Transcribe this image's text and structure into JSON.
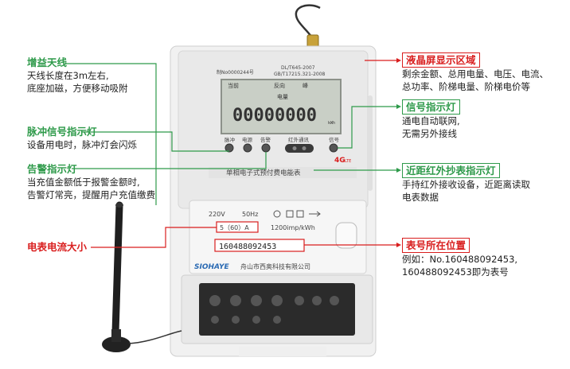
{
  "callouts": {
    "antenna": {
      "title": "增益天线",
      "lines": [
        "天线长度在3m左右,",
        "底座加磁，方便移动吸附"
      ]
    },
    "pulse": {
      "title": "脉冲信号指示灯",
      "lines": [
        "设备用电时，脉冲灯会闪烁"
      ]
    },
    "alarm": {
      "title": "告警指示灯",
      "lines": [
        "当充值金额低于报警金额时,",
        "告警灯常亮，提醒用户充值缴费"
      ]
    },
    "current": {
      "title": "电表电流大小"
    },
    "lcd": {
      "title": "液晶屏显示区域",
      "lines": [
        "剩余金额、总用电量、电压、电流、",
        "总功率、阶梯电量、阶梯电价等"
      ]
    },
    "signal": {
      "title": "信号指示灯",
      "lines": [
        "通电自动联网,",
        "无需另外接线"
      ]
    },
    "infrared": {
      "title": "近距红外抄表指示灯",
      "lines": [
        "手持红外接收设备，近距离读取",
        "电表数据"
      ]
    },
    "serial": {
      "title": "表号所在位置",
      "lines": [
        "例如：No.160488092453,",
        "160488092453即为表号"
      ]
    }
  },
  "meter": {
    "std1": "DL/T645-2007",
    "std2": "GB/T17215.321-2008",
    "plate_no": "制No0000244号",
    "lcd_top_left": "当前",
    "lcd_top_mid": "反向",
    "lcd_top_right": "峰",
    "lcd_label": "电量",
    "lcd_digits": "00000000",
    "lcd_unit": "kWh",
    "ind_pulse": "脉冲",
    "ind_power": "电源",
    "ind_alarm": "告警",
    "ind_ir": "红外通讯",
    "ind_signal": "信号",
    "badge_4g": "4G",
    "badge_lte": "LTE",
    "meter_type": "单相电子式预付费电能表",
    "voltage": "220V",
    "frequency": "50Hz",
    "current_rating": "5（60）A",
    "constant": "1200imp/kWh",
    "serial": "160488092453",
    "brand": "SIOHAYE",
    "company": "舟山市西奥科技有限公司"
  },
  "colors": {
    "green": "#2e9a4a",
    "red": "#d91e1e",
    "lcd": "#c9cfc6",
    "case": "#f1f1f1"
  }
}
